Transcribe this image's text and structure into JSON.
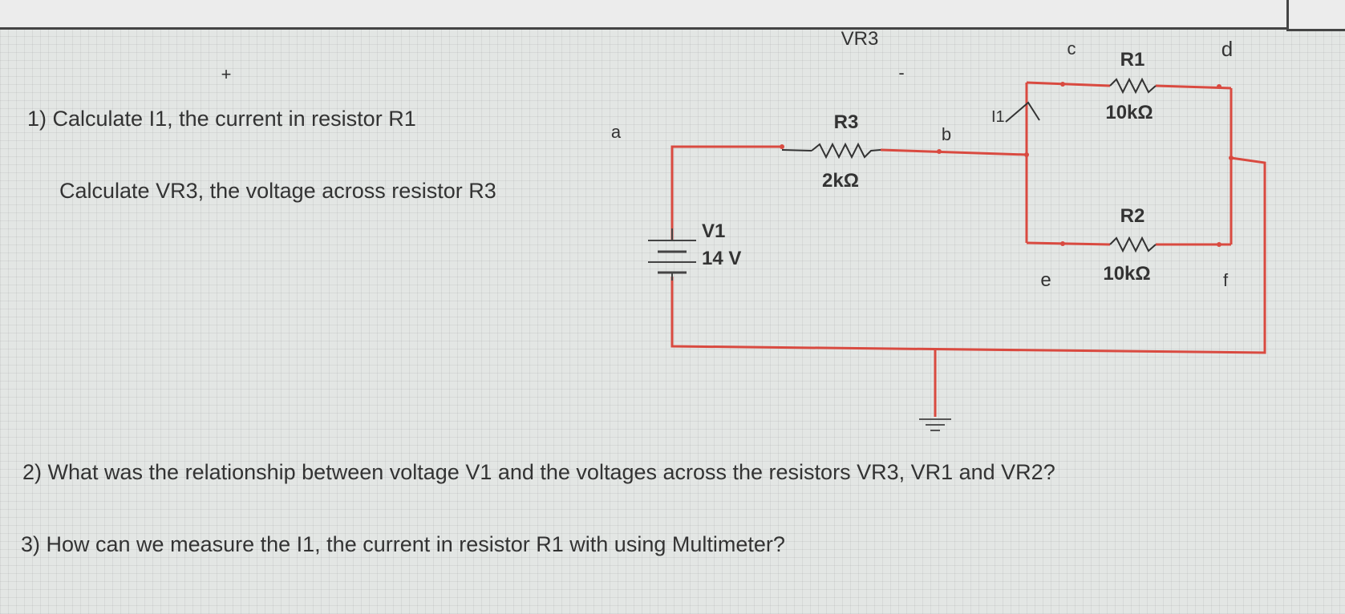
{
  "questions": {
    "q1": "1) Calculate I1, the current in resistor R1",
    "q1b": "Calculate VR3, the voltage across resistor R3",
    "q2": "2) What was the relationship between voltage V1 and the voltages across the resistors VR3, VR1 and VR2?",
    "q3": "3) How can we measure the I1, the current in resistor R1 with using Multimeter?"
  },
  "circuit": {
    "voltmeter": {
      "label": "VR3",
      "plus": "+",
      "minus": "-"
    },
    "source": {
      "name": "V1",
      "value": "14 V"
    },
    "r3": {
      "name": "R3",
      "value": "2kΩ"
    },
    "r1": {
      "name": "R1",
      "value": "10kΩ"
    },
    "r2": {
      "name": "R2",
      "value": "10kΩ"
    },
    "current_label": "I1",
    "nodes": {
      "a": "a",
      "b": "b",
      "c": "c",
      "d": "d",
      "e": "e",
      "f": "f"
    },
    "wire_color": "#d94a40"
  }
}
